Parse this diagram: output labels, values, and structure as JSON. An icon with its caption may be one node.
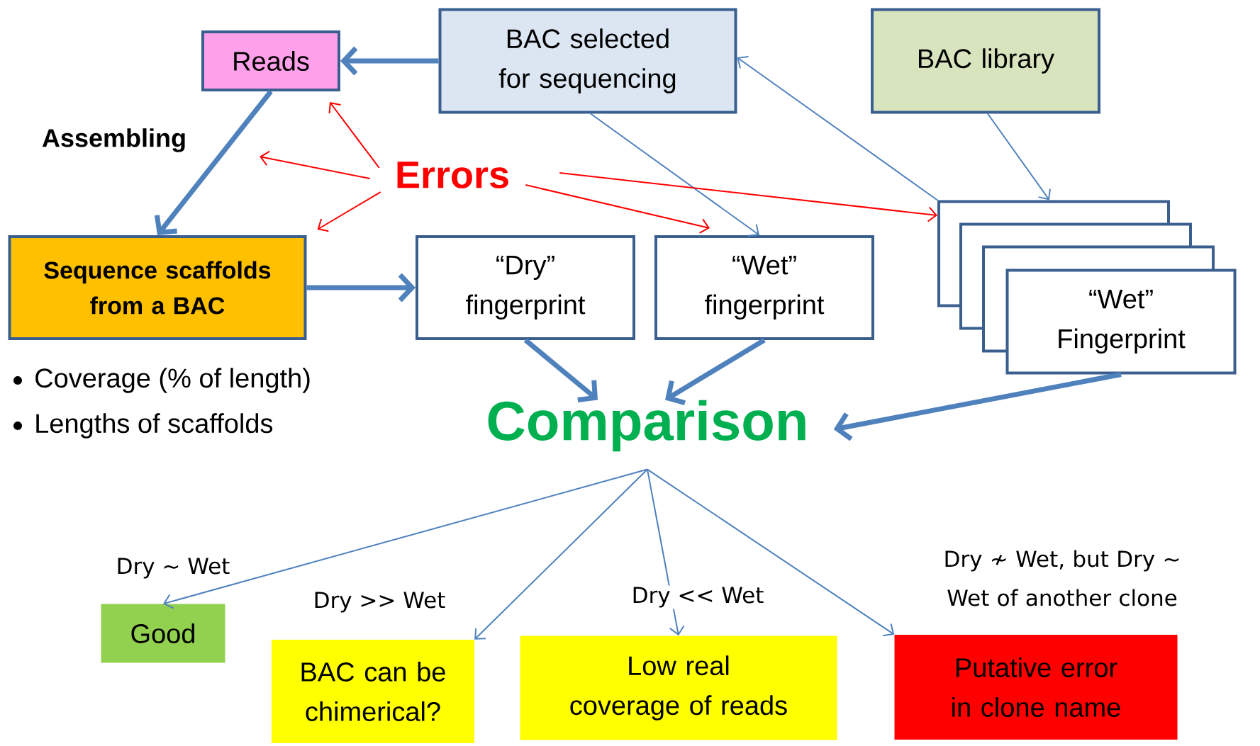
{
  "diagram": {
    "nodes": [
      {
        "text": [
          "Reads"
        ]
      },
      {
        "text": [
          "BAC selected  for sequencing"
        ]
      },
      {
        "text": [
          "BAC library"
        ]
      },
      {
        "text": [
          "Errors"
        ]
      },
      {
        "text": [
          "Sequence scaffolds from a BAC"
        ]
      },
      {
        "text": [
          "“Dry” fingerprint"
        ]
      },
      {
        "text": [
          "“Wet” fingerprint"
        ]
      },
      {
        "text": [],
        "shape": "box"
      },
      {
        "text": [],
        "shape": "box"
      },
      {
        "text": [],
        "shape": "box"
      },
      {
        "text": [
          "“Wet” Fingerprint"
        ]
      },
      {
        "text": [
          "Comparison"
        ]
      },
      {
        "text": [
          "Good"
        ]
      },
      {
        "text": [
          "BAC can be chimerical?"
        ]
      },
      {
        "text": [
          "Low real coverage of reads"
        ]
      },
      {
        "text": [
          "Putative error in clone name"
        ]
      }
    ],
    "edges": [
      {
        "from": 1,
        "to": 0,
        "arrow": "to",
        "style": "thick"
      },
      {
        "from": 0,
        "to": 4,
        "arrow": "to",
        "style": "thick",
        "label": "Assembling"
      },
      {
        "from": 4,
        "to": 5,
        "arrow": "to",
        "style": "thick"
      },
      {
        "from": 5,
        "to": 11,
        "arrow": "to",
        "style": "thick"
      },
      {
        "from": 6,
        "to": 11,
        "arrow": "to",
        "style": "thick"
      },
      {
        "from": 10,
        "to": 11,
        "arrow": "to",
        "style": "thick"
      },
      {
        "from": 1,
        "to": 6,
        "arrow": "to"
      },
      {
        "from": 7,
        "to": 1,
        "arrow": "to"
      },
      {
        "from": 2,
        "to": 7,
        "arrow": "to"
      },
      {
        "from": 3,
        "to": 0,
        "arrow": "to",
        "color": "#ff0000"
      },
      {
        "from": 3,
        "to": null,
        "arrow": "to",
        "color": "#ff0000"
      },
      {
        "from": 3,
        "to": 4,
        "arrow": "to",
        "color": "#ff0000"
      },
      {
        "from": 3,
        "to": 6,
        "arrow": "to",
        "color": "#ff0000"
      },
      {
        "from": 3,
        "to": 7,
        "arrow": "to",
        "color": "#ff0000"
      },
      {
        "from": 11,
        "to": 12,
        "arrow": "to",
        "label": "Dry ~ Wet"
      },
      {
        "from": 11,
        "to": 13,
        "arrow": "to",
        "label": "Dry >> Wet"
      },
      {
        "from": 11,
        "to": 14,
        "arrow": "to",
        "label": "Dry << Wet"
      },
      {
        "from": 11,
        "to": 15,
        "arrow": "to",
        "label": "Dry ≁ Wet, but Dry ~ Wet of another clone"
      }
    ],
    "labels": [
      "Coverage (% of length)",
      "Lengths of scaffolds"
    ]
  }
}
